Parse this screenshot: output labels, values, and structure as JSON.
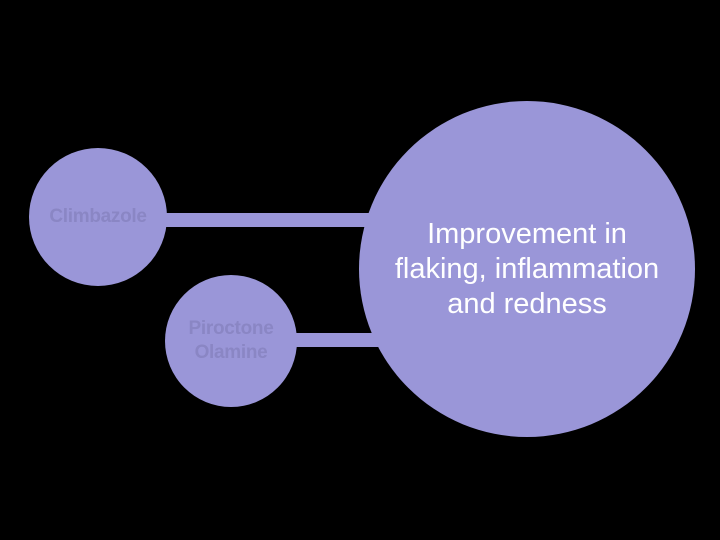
{
  "colors": {
    "background": "#000000",
    "node_fill": "#9A96D8",
    "connector_fill": "#9A96D8",
    "small_node_label_text": "#8A86C4",
    "main_node_label_text": "#FFFFFF"
  },
  "nodes": [
    {
      "id": "climbazole",
      "lines": [
        "Climbazole"
      ]
    },
    {
      "id": "piroctone-olamine",
      "lines": [
        "Piroctone",
        "Olamine"
      ]
    },
    {
      "id": "improvement",
      "lines": [
        "Improvement in",
        "flaking, inflammation",
        "and redness"
      ]
    }
  ],
  "connectors": [
    {
      "from": "climbazole",
      "to": "improvement"
    },
    {
      "from": "piroctone-olamine",
      "to": "improvement"
    }
  ]
}
